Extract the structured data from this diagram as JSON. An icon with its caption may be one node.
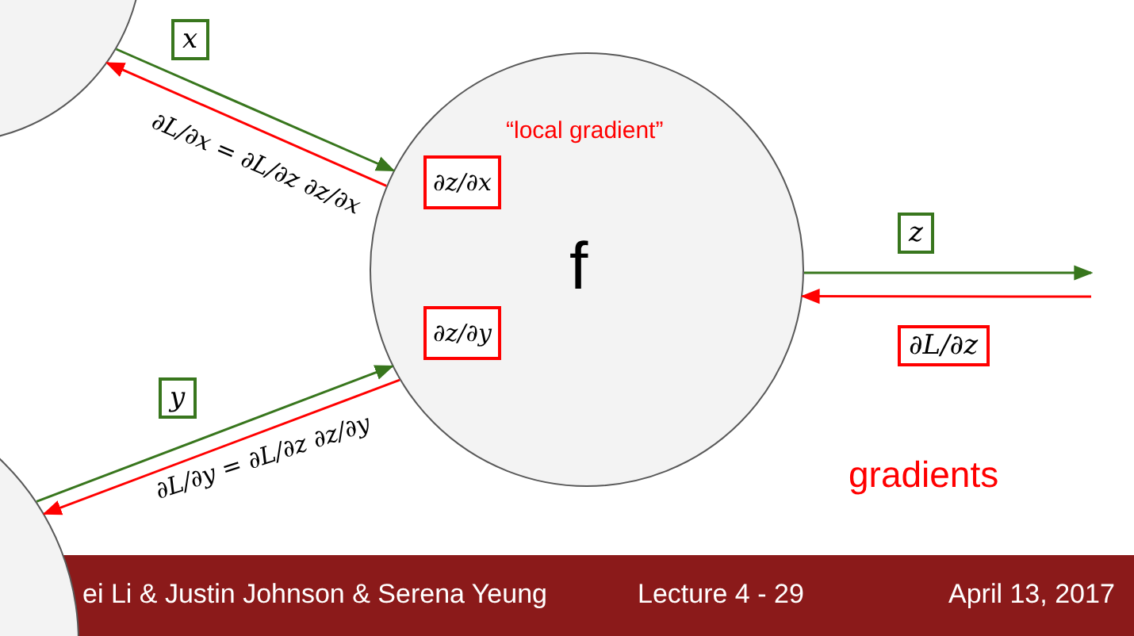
{
  "diagram": {
    "nodes": [
      {
        "text": [],
        "shape": "circle"
      },
      {
        "text": [],
        "shape": "circle"
      },
      {
        "text": [
          "“local gradient”",
          "f"
        ]
      },
      {
        "text": [
          "∂z/∂x"
        ],
        "in": 2
      },
      {
        "text": [
          "∂z/∂y"
        ],
        "in": 2
      }
    ],
    "edges": [
      {
        "from": 0,
        "to": 2,
        "arrow": "to",
        "label": "x",
        "color": "#38761d"
      },
      {
        "from": 2,
        "to": 0,
        "arrow": "to",
        "label": "∂L/∂x = ∂L/∂z ∂z/∂x",
        "color": "#ff0000"
      },
      {
        "from": 1,
        "to": 2,
        "arrow": "to",
        "label": "y",
        "color": "#38761d"
      },
      {
        "from": 2,
        "to": 1,
        "arrow": "to",
        "label": "∂L/∂y = ∂L/∂z ∂z/∂y",
        "color": "#ff0000"
      },
      {
        "from": 2,
        "to": null,
        "arrow": "to",
        "label": "z",
        "color": "#38761d"
      },
      {
        "from": null,
        "to": 2,
        "arrow": "to",
        "label": "∂L/∂z",
        "color": "#ff0000"
      }
    ],
    "labels": [
      "gradients",
      "ei Li & Justin Johnson & Serena Yeung",
      "Lecture 4 - 29",
      "April 13, 2017"
    ]
  }
}
